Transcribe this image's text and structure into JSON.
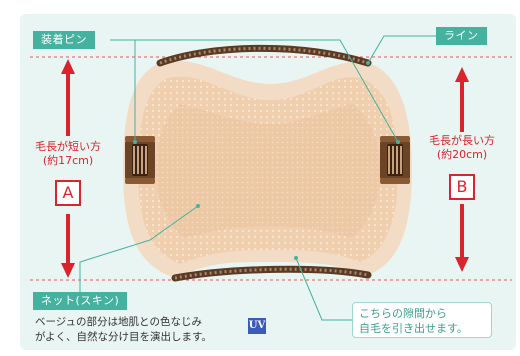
{
  "labels": {
    "pin": "装着ピン",
    "line": "ライン",
    "net": "ネット(スキン)"
  },
  "left_side": {
    "line1": "毛長が短い方",
    "line2": "(約17cm)",
    "letter": "A"
  },
  "right_side": {
    "line1": "毛長が長い方",
    "line2": "(約20cm)",
    "letter": "B"
  },
  "note": {
    "line1": "ベージュの部分は地肌との色なじみ",
    "line2": "がよく、自然な分け目を演出します。",
    "badge": "UV"
  },
  "callout": {
    "line1": "こちらの隙間から",
    "line2": "自毛を引き出せます。"
  },
  "colors": {
    "panel": "#e9f5f2",
    "accent_teal": "#45b29f",
    "accent_red": "#d9242b",
    "skin_beige": "#f1d3b7",
    "border_brown": "#5a3a24"
  }
}
